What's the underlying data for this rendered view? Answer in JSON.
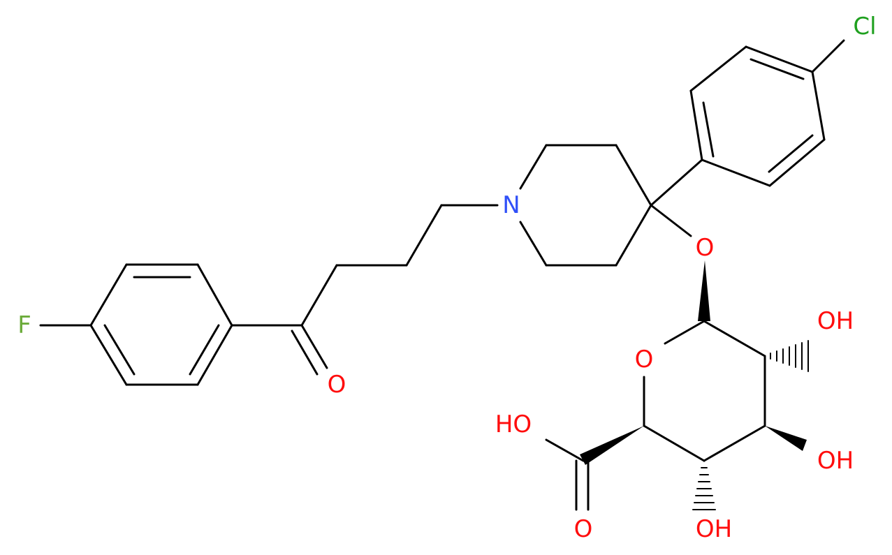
{
  "labels": {
    "chlorine": "Cl",
    "fluorine": "F",
    "nitrogen": "N",
    "ether_oxygen": "O",
    "ring_oxygen": "O",
    "ketone_oxygen": "O",
    "carboxyl_oxygen": "O",
    "carboxyl_hydroxyl": "HO",
    "hydroxyl_c2": "OH",
    "hydroxyl_c3": "OH",
    "hydroxyl_c4": "OH"
  },
  "colors": {
    "bond": "#000000",
    "oxygen": "#ff0d0d",
    "nitrogen": "#3050f8",
    "fluorine": "#6bab3a",
    "chlorine": "#1fa01f"
  }
}
